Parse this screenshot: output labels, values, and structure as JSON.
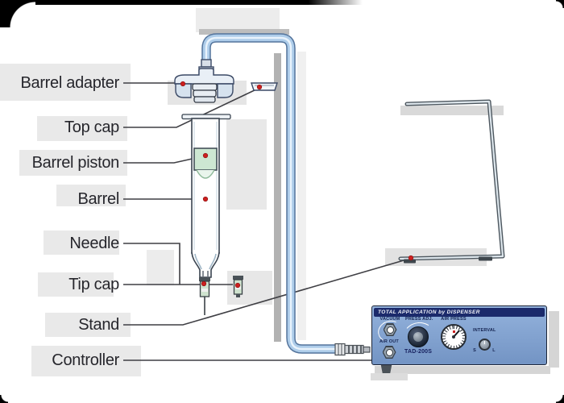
{
  "diagram_labels": {
    "barrel_adapter": "Barrel adapter",
    "top_cap": "Top cap",
    "barrel_piston": "Barrel piston",
    "barrel": "Barrel",
    "needle": "Needle",
    "tip_cap": "Tip cap",
    "stand": "Stand",
    "controller": "Controller"
  },
  "controller_panel": {
    "header": "TOTAL APPLICATION by DISPENSER",
    "model": "TAD-200S",
    "vacuum_label": "VACUUM",
    "air_out_label": "AIR OUT",
    "press_adj_label": "PRESS ADJ.",
    "air_press_label": "AIR PRESS",
    "interval_label": "INTERVAL",
    "interval_min": "S",
    "interval_max": "L"
  },
  "colors": {
    "tube_fill": "#aecdea",
    "tube_edge": "#54749c",
    "panel_blue": "#7f9fce",
    "panel_header_navy": "#1b2a6b",
    "marker_red": "#cc1f1f",
    "piston_green": "#cde7d2"
  }
}
